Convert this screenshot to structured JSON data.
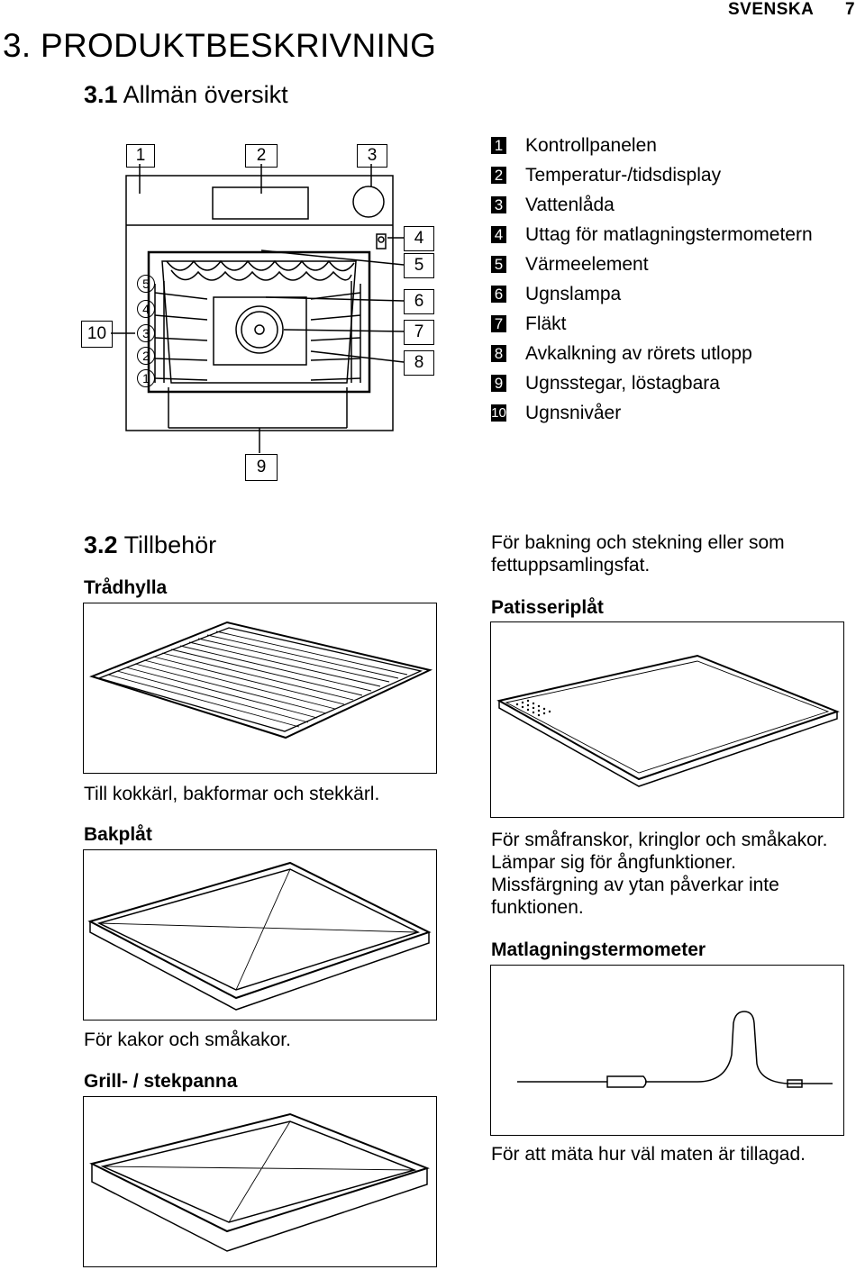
{
  "header": {
    "language": "SVENSKA",
    "page": "7"
  },
  "title": "3. PRODUKTBESKRIVNING",
  "overview": {
    "number": "3.1",
    "title": "Allmän översikt",
    "callouts": [
      "1",
      "2",
      "3",
      "4",
      "5",
      "6",
      "7",
      "8",
      "9",
      "10"
    ],
    "levels": [
      "5",
      "4",
      "3",
      "2",
      "1"
    ],
    "legend": [
      {
        "num": "1",
        "label": "Kontrollpanelen"
      },
      {
        "num": "2",
        "label": "Temperatur-/tidsdisplay"
      },
      {
        "num": "3",
        "label": "Vattenlåda"
      },
      {
        "num": "4",
        "label": "Uttag för matlagningstermometern"
      },
      {
        "num": "5",
        "label": "Värmeelement"
      },
      {
        "num": "6",
        "label": "Ugnslampa"
      },
      {
        "num": "7",
        "label": "Fläkt"
      },
      {
        "num": "8",
        "label": "Avkalkning av rörets utlopp"
      },
      {
        "num": "9",
        "label": "Ugnsstegar, löstagbara"
      },
      {
        "num": "10",
        "label": "Ugnsnivåer"
      }
    ]
  },
  "accessories": {
    "number": "3.2",
    "title": "Tillbehör",
    "wire_shelf": {
      "name": "Trådhylla",
      "desc": "Till kokkärl, bakformar och stekkärl."
    },
    "baking_tray": {
      "name": "Bakplåt",
      "desc": "För kakor och småkakor."
    },
    "grill_pan": {
      "name": "Grill- / stekpanna",
      "desc": "För bakning och stekning eller som fettuppsamlingsfat."
    },
    "pastry_tray": {
      "name": "Patisseriplåt",
      "desc_lines": [
        "För småfranskor, kringlor och småkakor.",
        "Lämpar sig för ångfunktioner.",
        "Missfärgning av ytan påverkar inte",
        "funktionen."
      ]
    },
    "thermometer": {
      "name": "Matlagningstermometer",
      "desc": "För att mäta hur väl maten är tillagad."
    }
  }
}
